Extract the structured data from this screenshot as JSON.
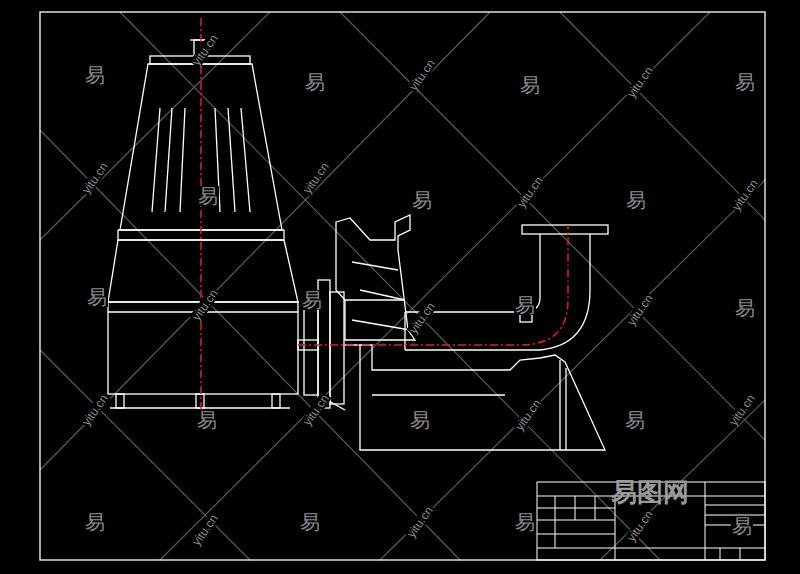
{
  "diagram": {
    "labels": [
      "易",
      "易",
      "易",
      "易",
      "易",
      "易",
      "易",
      "易",
      "易",
      "易",
      "易",
      "易",
      "易",
      "易",
      "易",
      "易",
      "易",
      "易",
      "yitu.cn",
      "yitu.cn",
      "yitu.cn",
      "yitu.cn",
      "yitu.cn",
      "yitu.cn",
      "yitu.cn",
      "yitu.cn",
      "yitu.cn",
      "yitu.cn",
      "yitu.cn",
      "yitu.cn",
      "yitu.cn",
      "yitu.cn",
      "yitu.cn",
      "yitu.cn",
      "yitu.cn",
      "易图网"
    ]
  }
}
